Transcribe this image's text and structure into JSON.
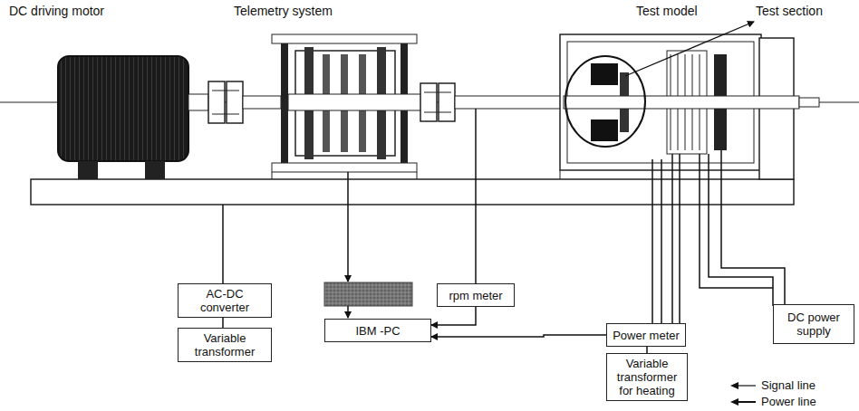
{
  "diagram": {
    "nodes": [
      {
        "text": [
          "AC-DC converter"
        ]
      },
      {
        "text": [
          "Variable transformer"
        ]
      },
      {
        "text": [
          "rpm meter"
        ]
      },
      {
        "text": [
          "IBM -PC"
        ]
      },
      {
        "text": [
          "Power meter"
        ]
      },
      {
        "text": [
          "Variable transformer for heating"
        ]
      },
      {
        "text": [
          "DC power supply"
        ]
      }
    ],
    "edges": [
      {
        "from": 0,
        "to": 1,
        "arrow": "none"
      },
      {
        "from": 2,
        "to": 3,
        "arrow": "to"
      },
      {
        "from": 4,
        "to": 3,
        "arrow": "to"
      },
      {
        "from": 5,
        "to": 4,
        "arrow": "none"
      }
    ],
    "labels": [
      "DC driving motor",
      "Telemetry system",
      "Test model",
      "Test section"
    ],
    "legend": [
      {
        "text": "Signal line"
      },
      {
        "text": "Power line"
      }
    ]
  }
}
